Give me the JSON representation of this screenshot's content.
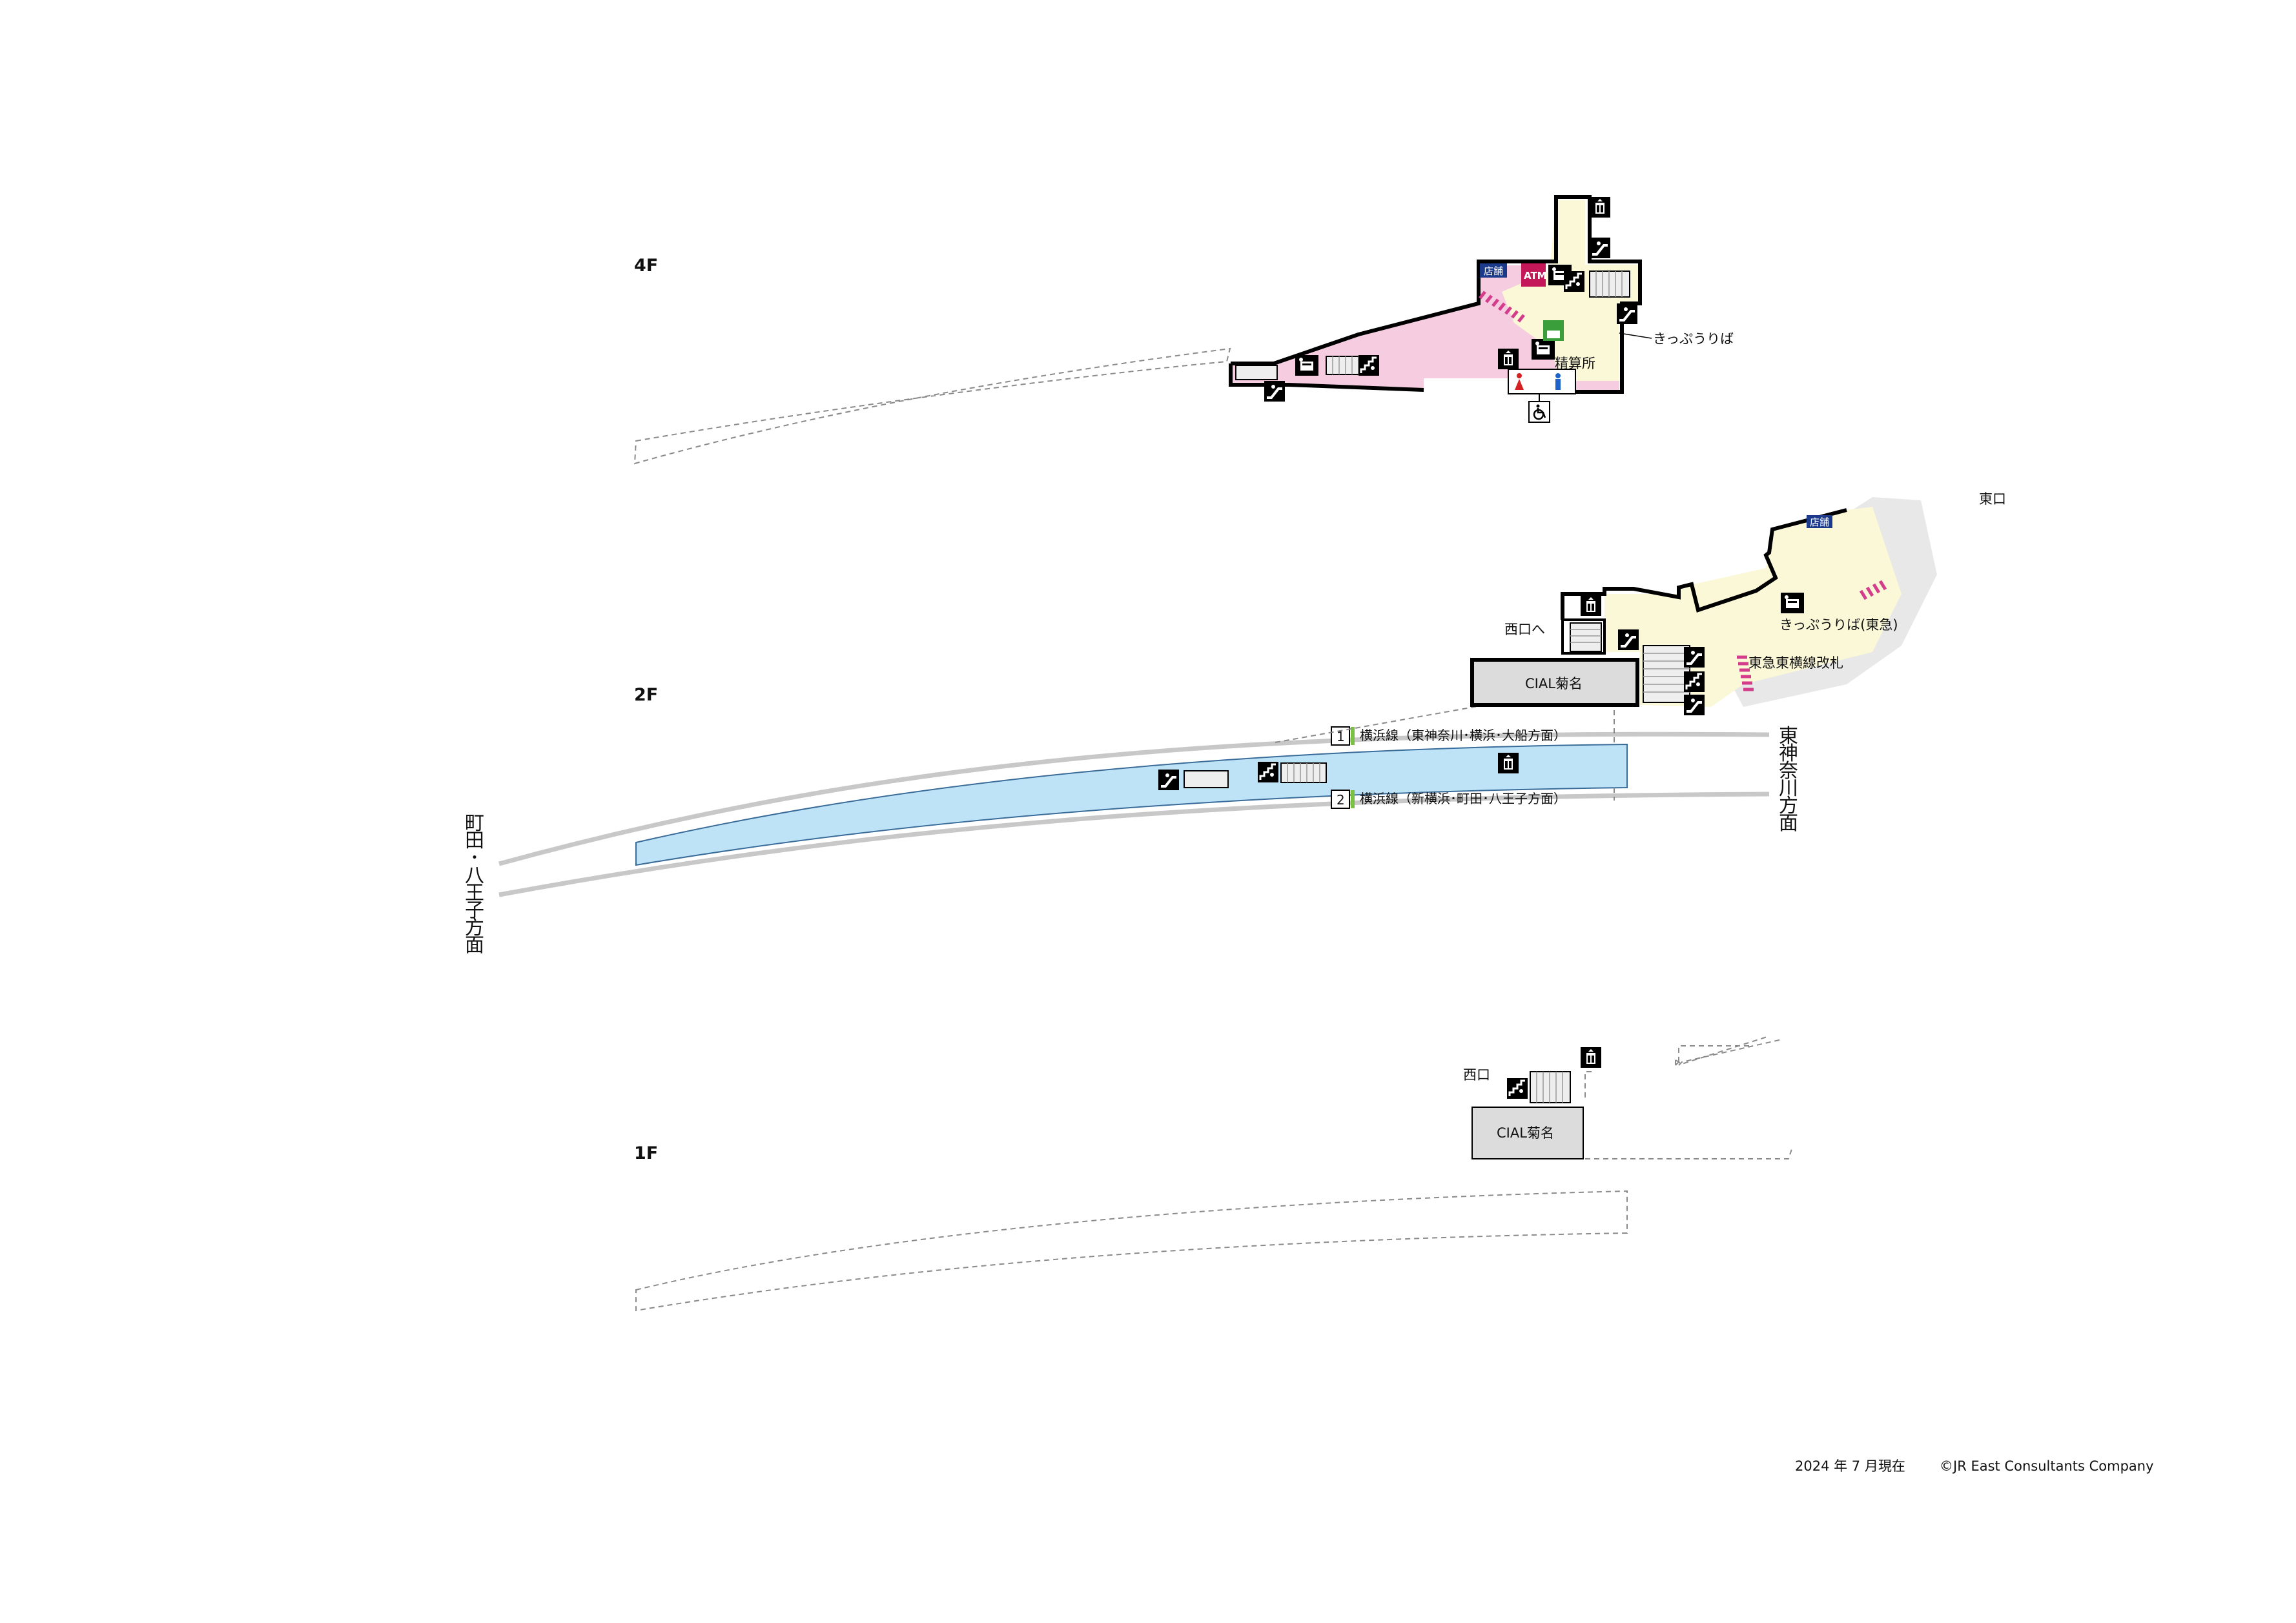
{
  "floors": {
    "f4": "4F",
    "f2": "2F",
    "f1": "1F"
  },
  "labels4f": {
    "ticket": "きっぷうりば",
    "fare": "精算所",
    "shop": "店舗",
    "atm": "ATM"
  },
  "labels2f": {
    "east_exit": "東口",
    "shop": "店舗",
    "to_west": "西口へ",
    "cial": "CIAL菊名",
    "tokyu_ticket": "きっぷうりば(東急)",
    "tokyu_gate": "東急東横線改札"
  },
  "platforms": [
    {
      "num": "1",
      "name": "横浜線（東神奈川･横浜･大船方面）"
    },
    {
      "num": "2",
      "name": "横浜線（新横浜･町田･八王子方面）"
    }
  ],
  "directions": {
    "left": [
      "町",
      "田",
      "･",
      "八",
      "王",
      "子",
      "方",
      "面"
    ],
    "right": [
      "東",
      "神",
      "奈",
      "川",
      "方",
      "面"
    ]
  },
  "labels1f": {
    "west_exit": "西口",
    "cial": "CIAL菊名"
  },
  "footer": {
    "date": "2024 年 7 月現在",
    "copyright": "©JR East Consultants Company"
  },
  "colors": {
    "concourse_4f": "#f6cde0",
    "paid_area": "#fbf8d8",
    "platform": "#bfe3f6",
    "building": "#dcdcdc",
    "outline": "#000000",
    "track": "#c8c8c8",
    "gate": "#d43c8c",
    "atm": "#c4175a",
    "toilet_women": "#d42020",
    "toilet_men": "#1e64c8",
    "shop_badge": "#1b3a8a",
    "platform_badge": "#7ac143"
  }
}
